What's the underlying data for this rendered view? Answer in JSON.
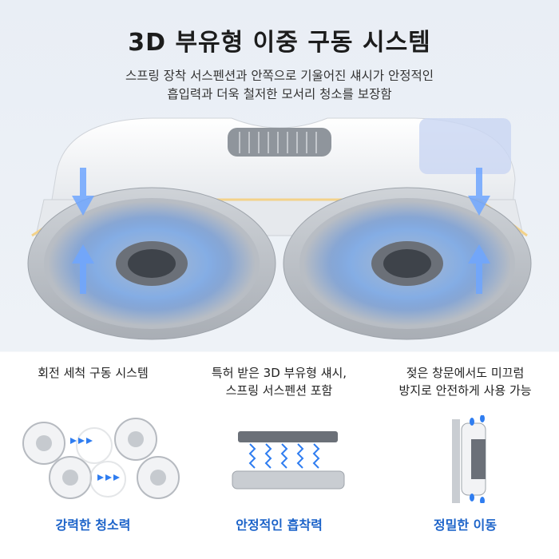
{
  "header": {
    "title": "3D 부유형 이중 구동 시스템",
    "subtitle_line1": "스프링 장착 서스펜션과 안쪽으로 기울어진 섀시가 안정적인",
    "subtitle_line2": "흡입력과 더욱 철저한 모서리 청소를 보장함"
  },
  "features": [
    {
      "line1": "회전 세척 구동 시스템",
      "line2": "",
      "caption": "강력한 청소력"
    },
    {
      "line1": "특허 받은 3D 부유형 섀시,",
      "line2": "스프링 서스펜션 포함",
      "caption": "안정적인 흡착력"
    },
    {
      "line1": "젖은 창문에서도 미끄럼",
      "line2": "방지로 안전하게 사용 가능",
      "caption": "정밀한 이동"
    }
  ],
  "colors": {
    "accent": "#1c63c9",
    "glow": "#5aa0ff"
  }
}
